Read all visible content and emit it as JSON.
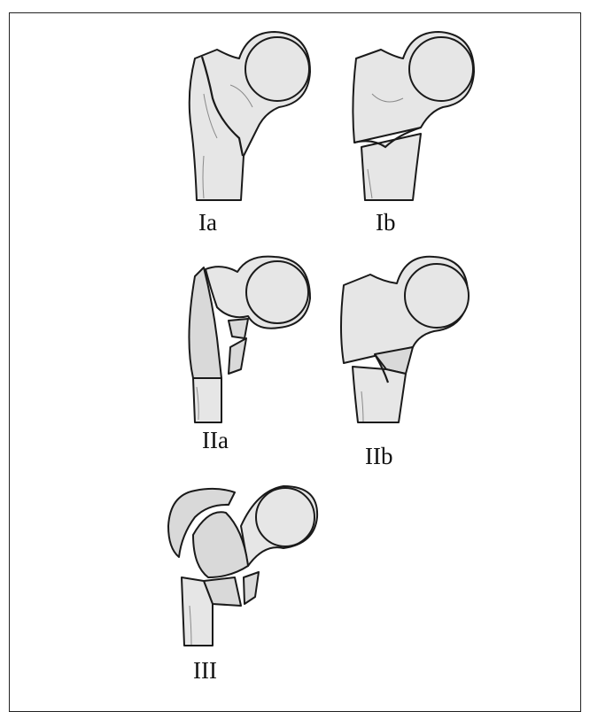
{
  "labels": {
    "ia": "Ia",
    "ib": "Ib",
    "iia": "IIa",
    "iib": "IIb",
    "iii": "III"
  },
  "colors": {
    "bone_fill": "#e6e6e6",
    "fragment_fill": "#d9d9d9",
    "outline": "#1a1a1a",
    "frame": "#222222"
  }
}
